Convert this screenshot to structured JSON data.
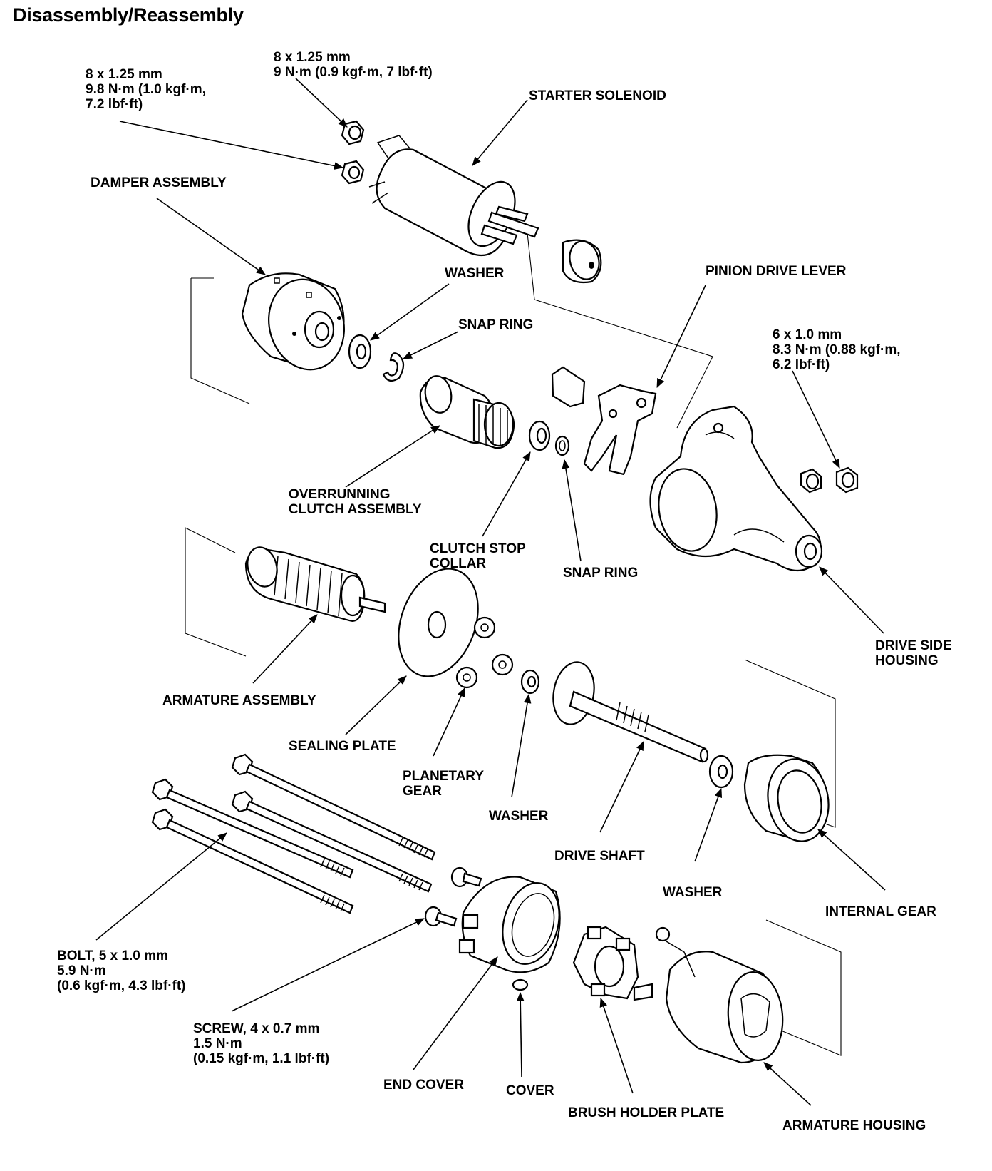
{
  "title": "Disassembly/Reassembly",
  "labels": {
    "solenoid_nut_spec": [
      "8 x 1.25 mm",
      "9 N·m (0.9 kgf·m, 7 lbf·ft)"
    ],
    "solenoid_nut_spec_2": [
      "8 x 1.25 mm",
      "9.8 N·m (1.0 kgf·m,",
      "7.2 lbf·ft)"
    ],
    "starter_solenoid": "STARTER SOLENOID",
    "damper_assembly": "DAMPER ASSEMBLY",
    "washer_1": "WASHER",
    "snap_ring_1": "SNAP RING",
    "pinion_drive_lever": "PINION DRIVE LEVER",
    "housing_nut_spec": [
      "6 x 1.0 mm",
      "8.3 N·m (0.88 kgf·m,",
      "6.2 lbf·ft)"
    ],
    "overrunning_clutch": [
      "OVERRUNNING",
      "CLUTCH ASSEMBLY"
    ],
    "clutch_stop_collar": [
      "CLUTCH STOP",
      "COLLAR"
    ],
    "snap_ring_2": "SNAP RING",
    "drive_side_housing": [
      "DRIVE SIDE",
      "HOUSING"
    ],
    "armature_assembly": "ARMATURE ASSEMBLY",
    "sealing_plate": "SEALING PLATE",
    "planetary_gear": [
      "PLANETARY",
      "GEAR"
    ],
    "washer_2": "WASHER",
    "drive_shaft": "DRIVE SHAFT",
    "washer_3": "WASHER",
    "internal_gear": "INTERNAL GEAR",
    "bolt_spec": [
      "BOLT, 5 x 1.0 mm",
      "5.9 N·m",
      "(0.6 kgf·m, 4.3 lbf·ft)"
    ],
    "screw_spec": [
      "SCREW, 4 x 0.7 mm",
      "1.5 N·m",
      "(0.15 kgf·m, 1.1 lbf·ft)"
    ],
    "end_cover": "END COVER",
    "cover": "COVER",
    "brush_holder_plate": "BRUSH HOLDER PLATE",
    "armature_housing": "ARMATURE HOUSING"
  }
}
